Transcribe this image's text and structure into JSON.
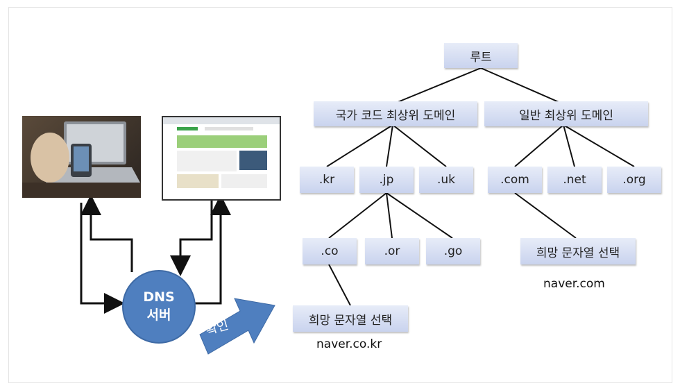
{
  "tree": {
    "root": "루트",
    "country_tld": "국가 코드 최상위 도메인",
    "generic_tld": "일반 최상위 도메인",
    "kr": ".kr",
    "jp": ".jp",
    "uk": ".uk",
    "com": ".com",
    "net": ".net",
    "org": ".org",
    "co": ".co",
    "or": ".or",
    "go": ".go",
    "label_left": "희망 문자열 선택",
    "label_right": "희망 문자열 선택",
    "example_left": "naver.co.kr",
    "example_right": "naver.com"
  },
  "dns": {
    "line1": "DNS",
    "line2": "서버"
  },
  "arrow_label": "확인",
  "colors": {
    "box_top": "#e7ecf8",
    "box_bottom": "#c9d3ee",
    "dns_fill": "#4f7fbf",
    "arrow_fill": "#4f7fbf"
  }
}
